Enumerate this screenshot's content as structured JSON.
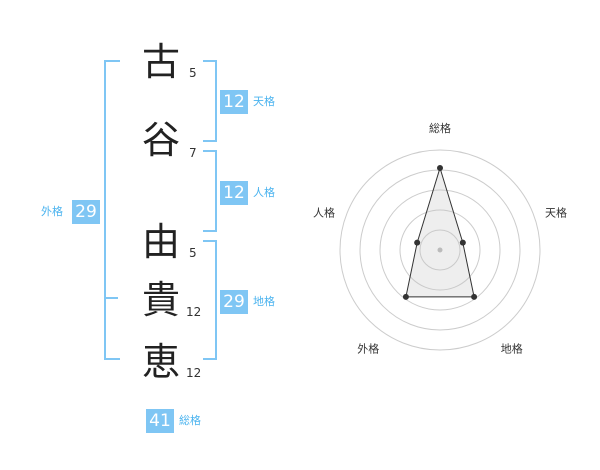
{
  "name_chars": [
    {
      "char": "古",
      "strokes": "5"
    },
    {
      "char": "谷",
      "strokes": "7"
    },
    {
      "char": "由",
      "strokes": "5"
    },
    {
      "char": "貴",
      "strokes": "12"
    },
    {
      "char": "恵",
      "strokes": "12"
    }
  ],
  "fortunes": {
    "tenkaku": {
      "value": "12",
      "label": "天格"
    },
    "jinkaku": {
      "value": "12",
      "label": "人格"
    },
    "chikaku": {
      "value": "29",
      "label": "地格"
    },
    "gaikaku": {
      "value": "29",
      "label": "外格"
    },
    "soukaku": {
      "value": "41",
      "label": "総格"
    }
  },
  "colors": {
    "accent": "#7fc6f4",
    "accent_text": "#4ab3ef"
  },
  "chart_data": {
    "type": "radar",
    "axes": [
      "総格",
      "天格",
      "地格",
      "外格",
      "人格"
    ],
    "values": [
      41,
      12,
      29,
      29,
      12
    ],
    "rings": 5
  }
}
